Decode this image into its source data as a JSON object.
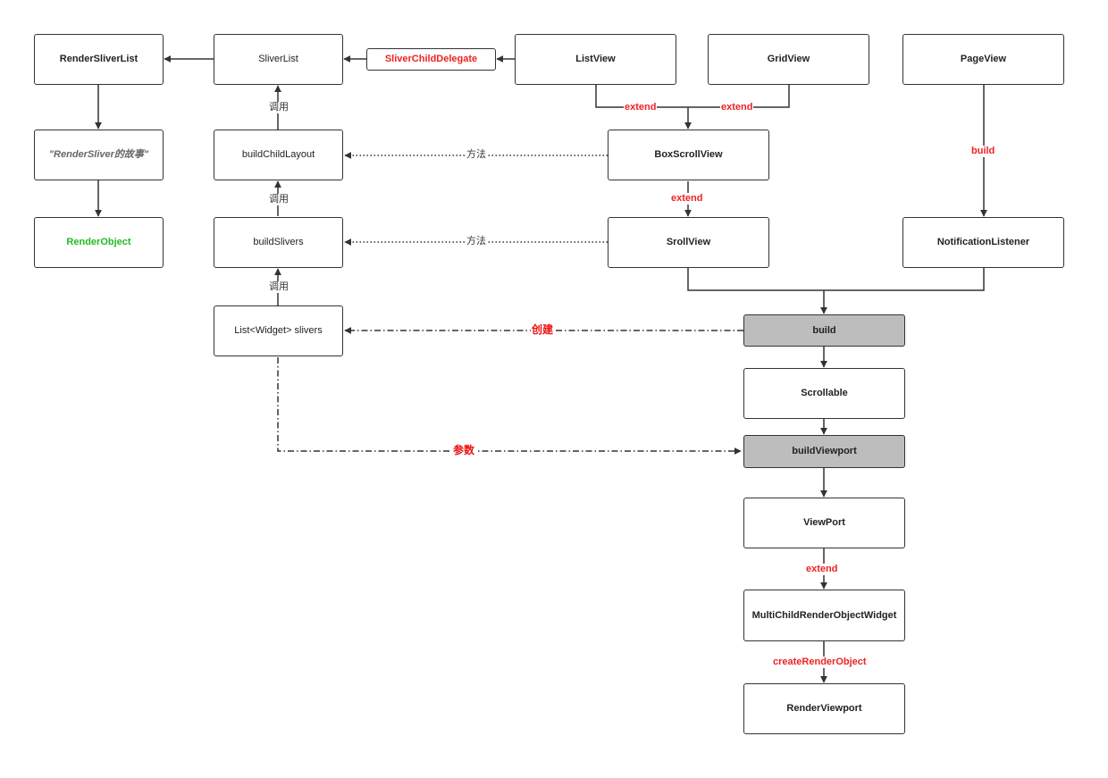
{
  "colors": {
    "node_border": "#333333",
    "shaded_fill": "#bdbdbd",
    "highlight_red": "#ee2222",
    "highlight_green": "#22bb22",
    "label_red": "#ee2222"
  },
  "nodes": {
    "render_sliver_list": "RenderSliverList",
    "render_sliver_story": "\"RenderSliver的故事\"",
    "render_object": "RenderObject",
    "sliver_list": "SliverList",
    "build_child_layout": "buildChildLayout",
    "build_slivers": "buildSlivers",
    "list_widget_slivers": "List<Widget> slivers",
    "sliver_child_delegate": "SliverChildDelegate",
    "list_view": "ListView",
    "grid_view": "GridView",
    "page_view": "PageView",
    "box_scroll_view": "BoxScrollView",
    "sroll_view": "SrollView",
    "notification_listener": "NotificationListener",
    "build": "build",
    "scrollable": "Scrollable",
    "build_viewport": "buildViewport",
    "viewport": "ViewPort",
    "multi_child_render_object_widget": "MultiChildRenderObjectWidget",
    "render_viewport": "RenderViewport"
  },
  "edge_labels": {
    "call_1": "调用",
    "call_2": "调用",
    "call_3": "调用",
    "method_1": "方法",
    "method_2": "方法",
    "extend_listview": "extend",
    "extend_gridview": "extend",
    "extend_boxscroll": "extend",
    "build_pageview": "build",
    "create": "创建",
    "param": "参数",
    "extend_viewport": "extend",
    "create_render_object": "createRenderObject"
  }
}
